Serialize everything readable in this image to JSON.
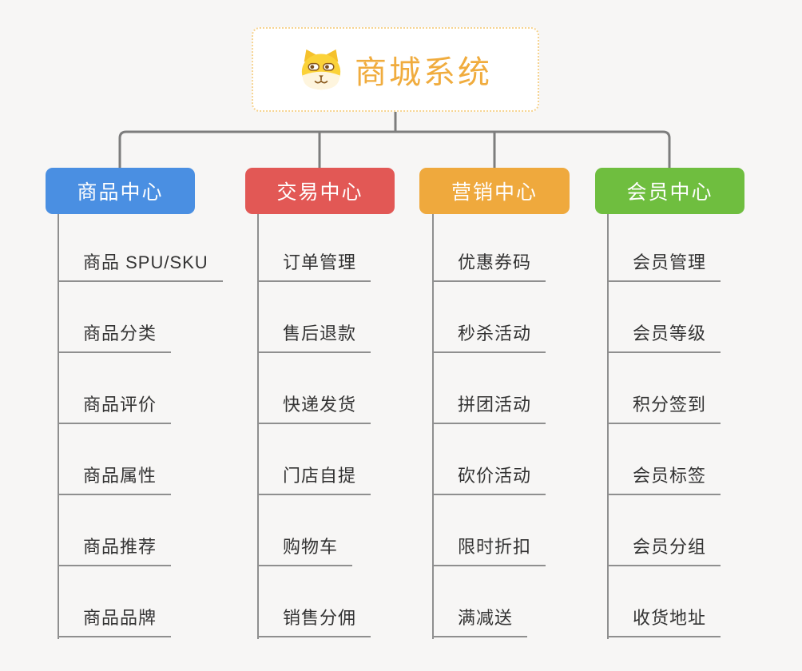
{
  "root": {
    "title": "商城系统",
    "icon": "dog-face-icon",
    "title_color": "#F0AC3E",
    "border_color": "#F6D390"
  },
  "branches": [
    {
      "id": "product-center",
      "label": "商品中心",
      "color": "#4A8FE2",
      "items": [
        "商品 SPU/SKU",
        "商品分类",
        "商品评价",
        "商品属性",
        "商品推荐",
        "商品品牌"
      ]
    },
    {
      "id": "trade-center",
      "label": "交易中心",
      "color": "#E25855",
      "items": [
        "订单管理",
        "售后退款",
        "快递发货",
        "门店自提",
        "购物车",
        "销售分佣"
      ]
    },
    {
      "id": "marketing-center",
      "label": "营销中心",
      "color": "#EFA93D",
      "items": [
        "优惠券码",
        "秒杀活动",
        "拼团活动",
        "砍价活动",
        "限时折扣",
        "满减送"
      ]
    },
    {
      "id": "member-center",
      "label": "会员中心",
      "color": "#6FBE3F",
      "items": [
        "会员管理",
        "会员等级",
        "积分签到",
        "会员标签",
        "会员分组",
        "收货地址"
      ]
    }
  ],
  "colors": {
    "background": "#F7F6F5",
    "connector_line": "#7D7D7D",
    "item_underline": "#8F8F8F",
    "item_text": "#333333"
  }
}
